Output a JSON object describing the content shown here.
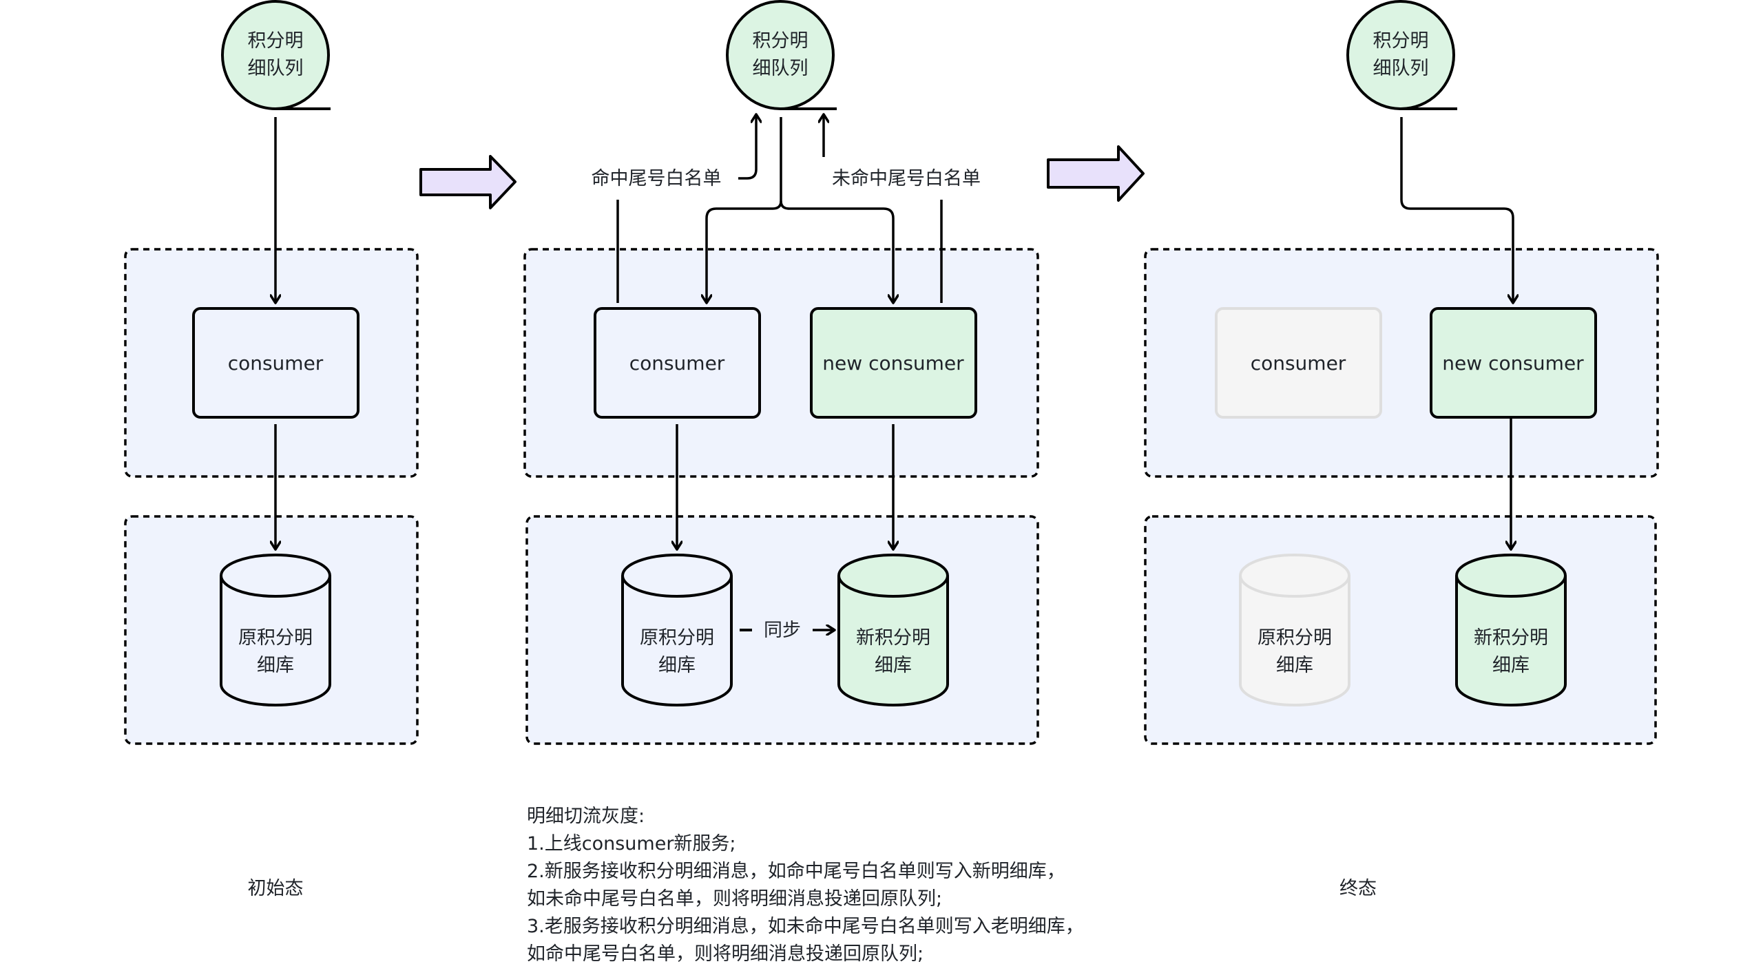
{
  "colors": {
    "panel_fill": "#eff3fd",
    "queue_fill": "#dcf4e3",
    "new_fill": "#dcf4e3",
    "old_fill": "#eff3fd",
    "deprecated_fill": "#f5f5f5",
    "deprecated_stroke": "#dedede",
    "transition_arrow_fill": "#e8e1fb",
    "stroke": "#000000"
  },
  "stages": {
    "initial": {
      "caption": "初始态",
      "queue": [
        "积分明",
        "细队列"
      ],
      "consumer": "consumer",
      "db": [
        "原积分明",
        "细库"
      ]
    },
    "gray": {
      "queue": [
        "积分明",
        "细队列"
      ],
      "hit_label": "命中尾号白名单",
      "miss_label": "未命中尾号白名单",
      "old_consumer": "consumer",
      "new_consumer": "new consumer",
      "old_db": [
        "原积分明",
        "细库"
      ],
      "new_db": [
        "新积分明",
        "细库"
      ],
      "sync_label": "同步"
    },
    "final": {
      "caption": "终态",
      "queue": [
        "积分明",
        "细队列"
      ],
      "old_consumer": "consumer",
      "new_consumer": "new consumer",
      "old_db": [
        "原积分明",
        "细库"
      ],
      "new_db": [
        "新积分明",
        "细库"
      ]
    }
  },
  "notes": {
    "title": "明细切流灰度:",
    "lines": [
      "1.上线consumer新服务;",
      "2.新服务接收积分明细消息，如命中尾号白名单则写入新明细库，",
      "如未命中尾号白名单，则将明细消息投递回原队列;",
      "3.老服务接收积分明细消息，如未命中尾号白名单则写入老明细库，",
      "如命中尾号白名单，则将明细消息投递回原队列;"
    ]
  }
}
